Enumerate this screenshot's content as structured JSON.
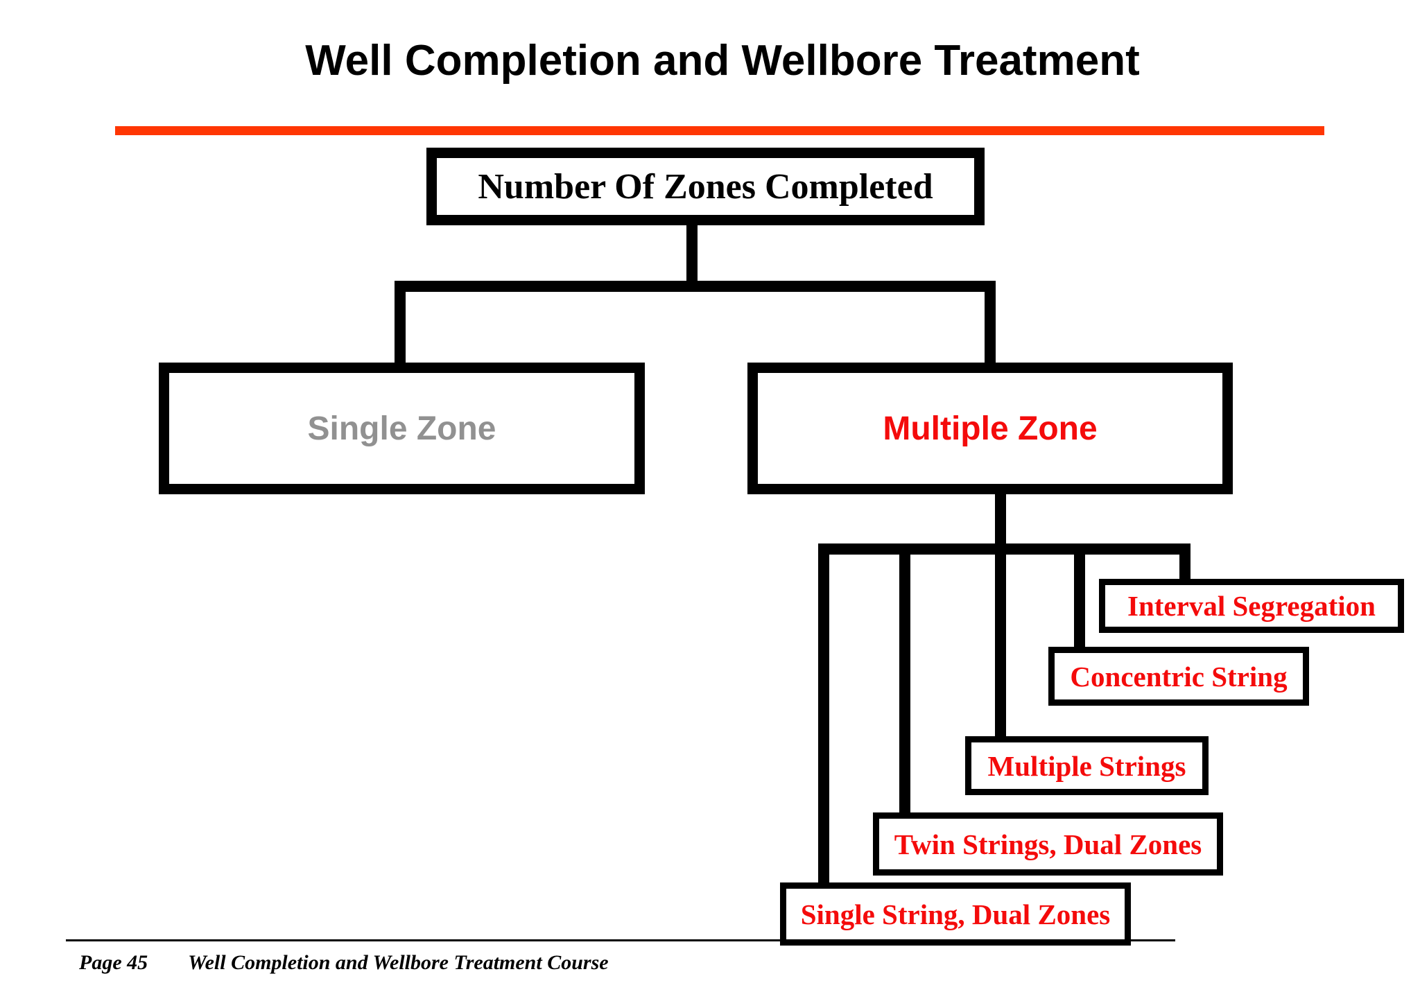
{
  "slide": {
    "title": "Well Completion and Wellbore Treatment",
    "footer": {
      "page_label": "Page 45",
      "course_label": "Well Completion and Wellbore Treatment Course"
    }
  },
  "diagram": {
    "root": {
      "label": "Number Of Zones Completed"
    },
    "level1": [
      {
        "id": "single-zone",
        "label": "Single Zone",
        "emphasis": "dimmed"
      },
      {
        "id": "multiple-zone",
        "label": "Multiple Zone",
        "emphasis": "highlight"
      }
    ],
    "level2": [
      {
        "id": "interval-segregation",
        "label": "Interval Segregation"
      },
      {
        "id": "concentric-string",
        "label": "Concentric String"
      },
      {
        "id": "multiple-strings",
        "label": "Multiple Strings"
      },
      {
        "id": "twin-strings-dual-zones",
        "label": "Twin Strings, Dual Zones"
      },
      {
        "id": "single-string-dual-zones",
        "label": "Single String, Dual Zones"
      }
    ]
  },
  "colors": {
    "accent_rule": "#FF3603",
    "highlight_red": "#F40B0B",
    "dimmed_gray": "#919191",
    "line_black": "#000000"
  }
}
